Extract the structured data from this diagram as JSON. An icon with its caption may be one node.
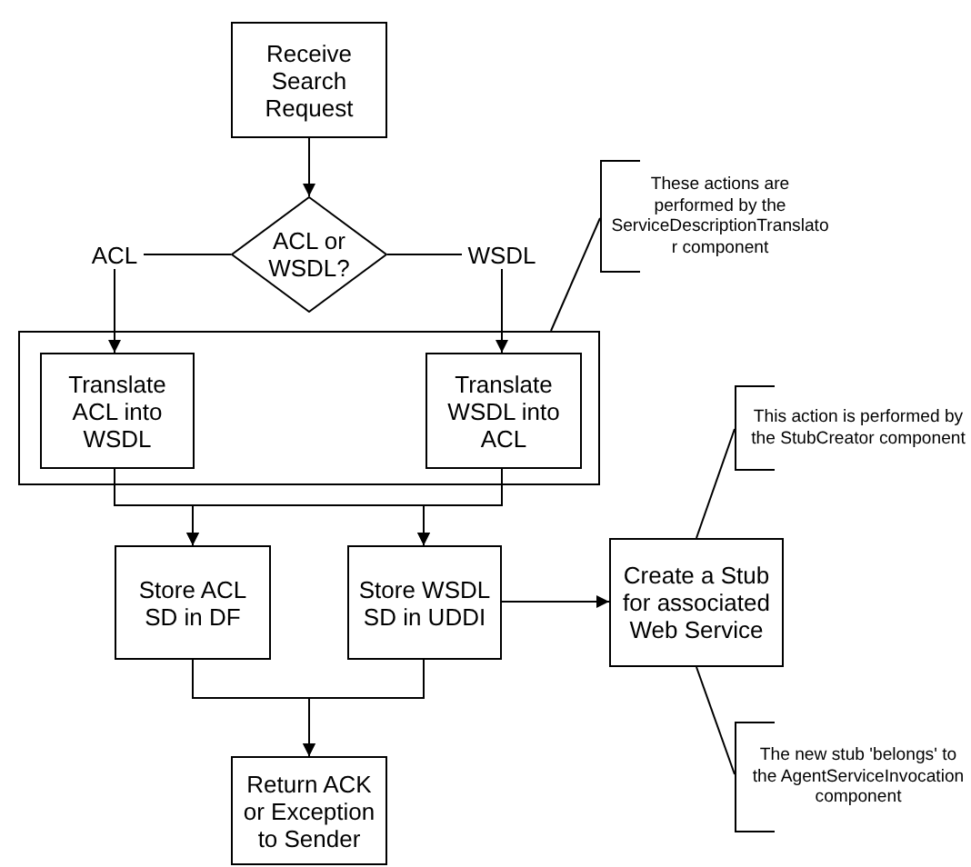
{
  "diagram": {
    "nodes": [
      {
        "text": [
          "Receive Search Request"
        ]
      },
      {
        "text": [
          "ACL or WSDL?"
        ]
      },
      {
        "text": [
          "ACL"
        ]
      },
      {
        "text": [
          "WSDL"
        ]
      },
      {
        "text": [],
        "shape": "box"
      },
      {
        "text": [
          "Translate ACL into WSDL"
        ],
        "in": 4
      },
      {
        "text": [
          "Translate WSDL into ACL"
        ],
        "in": 4
      },
      {
        "text": [
          "These actions are performed by the ServiceDescriptionTranslator component"
        ]
      },
      {
        "text": [
          "Store ACL SD in DF"
        ]
      },
      {
        "text": [
          "Store WSDL SD in UDDI"
        ]
      },
      {
        "text": [
          "Create a Stub for associated Web Service"
        ]
      },
      {
        "text": [
          "This action is performed by the StubCreator component"
        ]
      },
      {
        "text": [
          "The new stub 'belongs' to the AgentServiceInvocation component"
        ]
      },
      {
        "text": [
          "Return ACK or Exception to Sender"
        ]
      }
    ],
    "edges": [
      {
        "from": 0,
        "to": 1,
        "arrow": "to"
      },
      {
        "from": 1,
        "to": 2,
        "arrow": "none"
      },
      {
        "from": 1,
        "to": 3,
        "arrow": "none"
      },
      {
        "from": 2,
        "to": 5,
        "arrow": "to"
      },
      {
        "from": 3,
        "to": 6,
        "arrow": "to"
      },
      {
        "from": 5,
        "to": 8,
        "arrow": "to"
      },
      {
        "from": 5,
        "to": 9,
        "arrow": "to"
      },
      {
        "from": 6,
        "to": 8,
        "arrow": "to"
      },
      {
        "from": 6,
        "to": 9,
        "arrow": "to"
      },
      {
        "from": 7,
        "to": 4,
        "arrow": "none"
      },
      {
        "from": 9,
        "to": 10,
        "arrow": "to"
      },
      {
        "from": 11,
        "to": 10,
        "arrow": "none"
      },
      {
        "from": 12,
        "to": 10,
        "arrow": "none"
      },
      {
        "from": 8,
        "to": 13,
        "arrow": "to"
      },
      {
        "from": 9,
        "to": 13,
        "arrow": "to"
      }
    ]
  }
}
